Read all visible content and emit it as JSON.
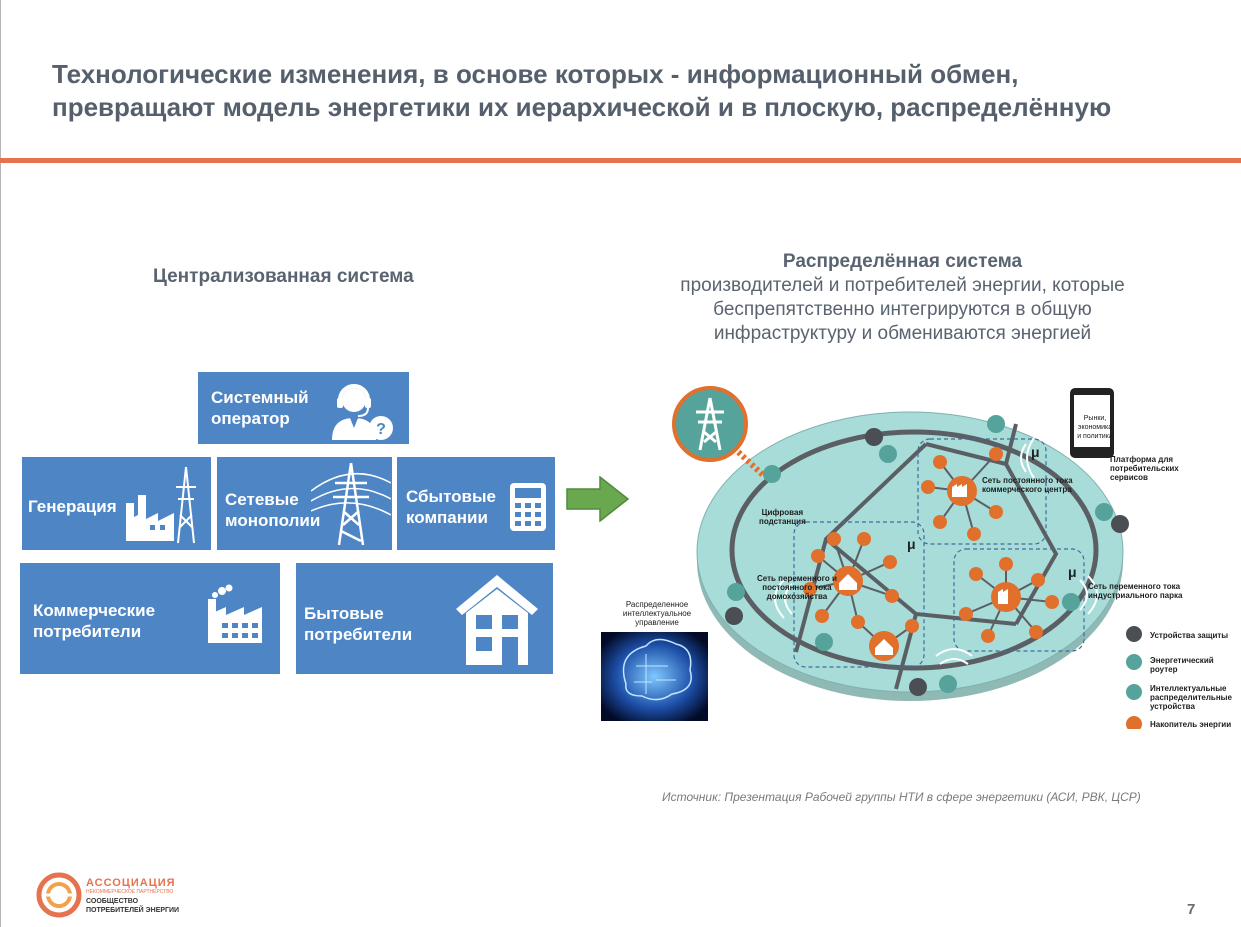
{
  "title": {
    "line1": "Технологические изменения, в основе которых - информационный обмен,",
    "line2": "превращают модель энергетики их иерархической и в плоскую, распределённую"
  },
  "centralized": {
    "title": "Централизованная система",
    "boxes": {
      "system_operator": [
        "Системный",
        "оператор"
      ],
      "generation": [
        "Генерация"
      ],
      "grid_monopolies": [
        "Сетевые",
        "монополии"
      ],
      "sales_companies": [
        "Сбытовые",
        "компании"
      ],
      "commercial_consumers": [
        "Коммерческие",
        "потребители"
      ],
      "household_consumers": [
        "Бытовые",
        "потребители"
      ]
    }
  },
  "distributed": {
    "title": "Распределённая система",
    "subtitle": [
      "производителей и потребителей энергии, которые",
      "беспрепятственно интегрируются в общую",
      "инфраструктуру и обмениваются энергией"
    ],
    "labels": {
      "digital_substation": [
        "Цифровая",
        "подстанция"
      ],
      "distributed_control": [
        "Распределенное",
        "интеллектуальное",
        "управление"
      ],
      "dc_commercial": [
        "Сеть постоянного тока",
        "коммерческого центра"
      ],
      "ac_dc_household": [
        "Сеть переменного и",
        "постоянного тока",
        "домохозяйства"
      ],
      "ac_industrial": [
        "Сеть переменного тока",
        "индустриального парка"
      ],
      "platform": [
        "Платформа для",
        "потребительских",
        "сервисов"
      ],
      "phone": [
        "Рынки,",
        "экономика",
        "и политика"
      ],
      "mu": "μ"
    },
    "legend": [
      [
        "Устройства защиты"
      ],
      [
        "Энергетический",
        "роутер"
      ],
      [
        "Интеллектуальные",
        "распределительные",
        "устройства"
      ],
      [
        "Накопитель энергии"
      ]
    ]
  },
  "source": "Источник: Презентация Рабочей группы НТИ в сфере энергетики (АСИ, РВК, ЦСР)",
  "page_number": "7",
  "logo": {
    "name": "АССОЦИАЦИЯ",
    "tagline": "НЕКОММЕРЧЕСКОЕ ПАРТНЕРСТВО",
    "line1": "СООБЩЕСТВО",
    "line2": "ПОТРЕБИТЕЛЕЙ ЭНЕРГИИ"
  },
  "colors": {
    "box_blue": "#4e86c5",
    "accent_orange": "#e5734f",
    "ellipse_teal": "#a8dcd8",
    "node_teal": "#55a39b",
    "node_orange": "#e0702c",
    "arrow_green": "#6aa84f"
  }
}
